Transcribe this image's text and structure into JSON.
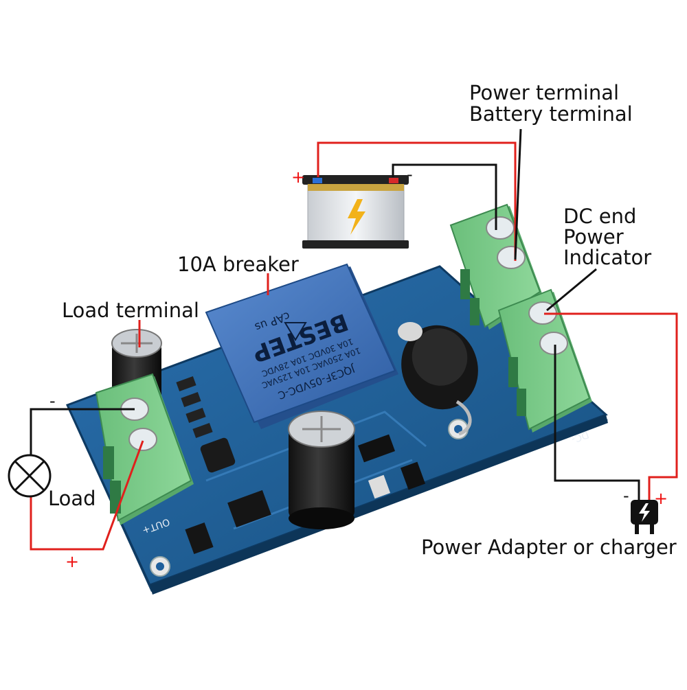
{
  "labels": {
    "power_terminal": "Power terminal",
    "battery_terminal": "Battery terminal",
    "dc_end": "DC end",
    "power": "Power",
    "indicator": "Indicator",
    "breaker": "10A breaker",
    "load_terminal": "Load terminal",
    "load": "Load",
    "adapter": "Power Adapter or charger"
  },
  "polarity": {
    "battery_pos": "+",
    "battery_neg": "-",
    "load_neg": "-",
    "load_pos": "+",
    "adapter_neg": "-",
    "adapter_pos": "+"
  },
  "relay": {
    "brand": "BESTEP",
    "model": "JQC3F-05VDC-C",
    "rating1": "10A 250VAC 10A 125VAC",
    "rating2": "10A 30VDC 10A 28VDC",
    "cert": "cΑΡ us"
  },
  "board": {
    "out_label": "OUT+",
    "dc_label": "DC-"
  },
  "colors": {
    "wire_positive": "#e0201c",
    "wire_negative": "#111111",
    "pcb": "#1f5f9c",
    "terminal": "#7ccb8a",
    "relay": "#3e6fb7"
  }
}
